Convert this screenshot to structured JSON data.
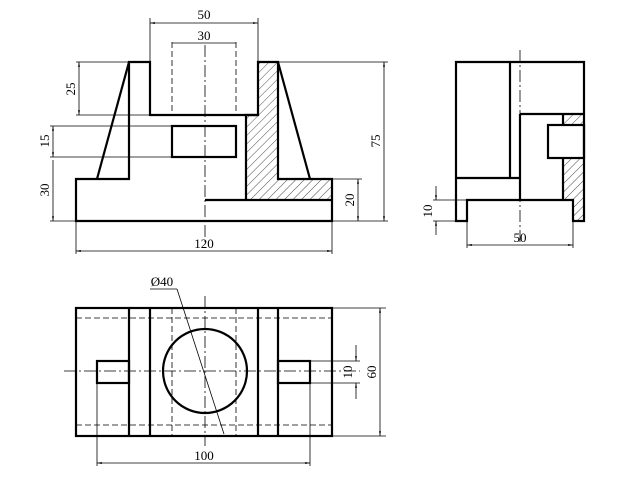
{
  "drawing": {
    "front_view": {
      "dimensions": {
        "top_width": "50",
        "bore_width": "30",
        "boss_height": "25",
        "slot_height": "15",
        "base_step_height": "30",
        "total_height": "75",
        "base_height": "20",
        "total_width": "120"
      }
    },
    "side_view": {
      "dimensions": {
        "foot_height": "10",
        "foot_width": "50"
      }
    },
    "top_view": {
      "dimensions": {
        "hole_diameter": "Ø40",
        "slot_width": "10",
        "depth": "60",
        "slot_spacing": "100"
      }
    },
    "colors": {
      "line": "#000000",
      "background": "#ffffff"
    }
  }
}
